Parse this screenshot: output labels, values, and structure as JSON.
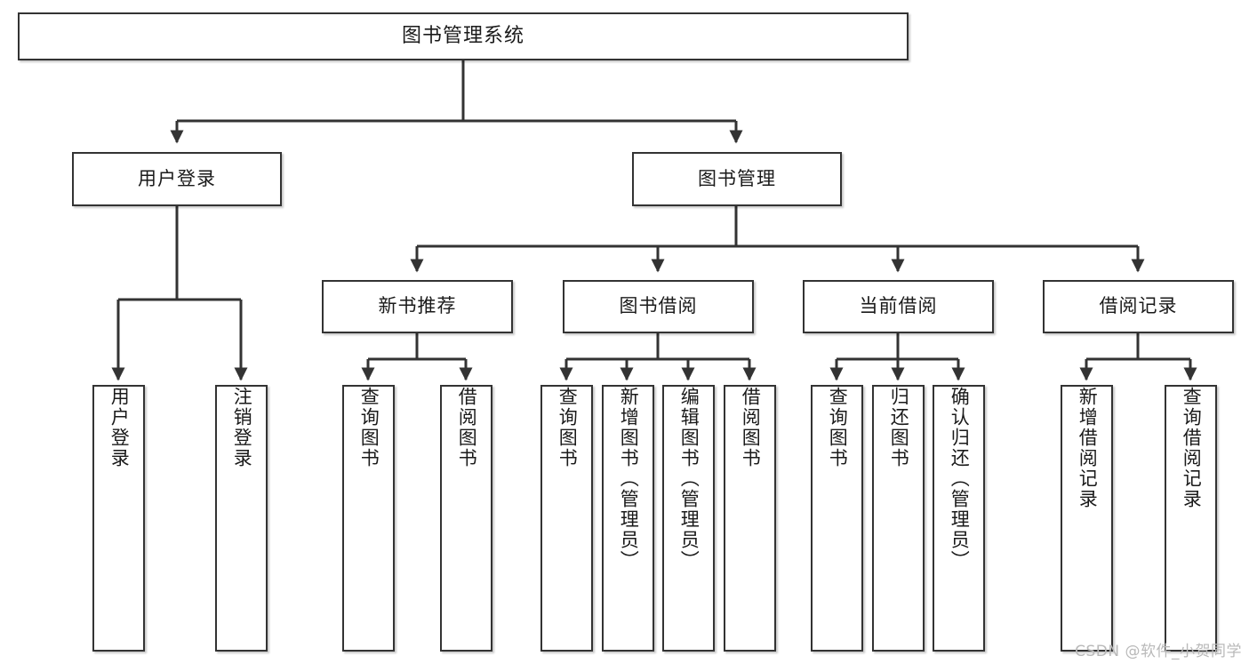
{
  "diagram": {
    "title": "图书管理系统",
    "type": "hierarchy-tree",
    "watermark": "CSDN @软件_小贺同学",
    "colors": {
      "box_border": "#333333",
      "box_fill": "#ffffff",
      "connector": "#333333",
      "text": "#1a1a1a",
      "watermark": "#b9b9b9",
      "background": "#ffffff"
    },
    "nodes": {
      "root": {
        "label": "图书管理系统"
      },
      "level2": [
        {
          "label": "用户登录"
        },
        {
          "label": "图书管理"
        }
      ],
      "level3": [
        {
          "label": "新书推荐"
        },
        {
          "label": "图书借阅"
        },
        {
          "label": "当前借阅"
        },
        {
          "label": "借阅记录"
        }
      ],
      "leaves": [
        {
          "label": "用户登录",
          "parent": "用户登录"
        },
        {
          "label": "注销登录",
          "parent": "用户登录"
        },
        {
          "label": "查询图书",
          "parent": "新书推荐"
        },
        {
          "label": "借阅图书",
          "parent": "新书推荐"
        },
        {
          "label": "查询图书",
          "parent": "图书借阅"
        },
        {
          "label": "新增图书（管理员）",
          "parent": "图书借阅"
        },
        {
          "label": "编辑图书（管理员）",
          "parent": "图书借阅"
        },
        {
          "label": "借阅图书",
          "parent": "图书借阅"
        },
        {
          "label": "查询图书",
          "parent": "当前借阅"
        },
        {
          "label": "归还图书",
          "parent": "当前借阅"
        },
        {
          "label": "确认归还（管理员）",
          "parent": "当前借阅"
        },
        {
          "label": "新增借阅记录",
          "parent": "借阅记录"
        },
        {
          "label": "查询借阅记录",
          "parent": "借阅记录"
        }
      ]
    }
  }
}
